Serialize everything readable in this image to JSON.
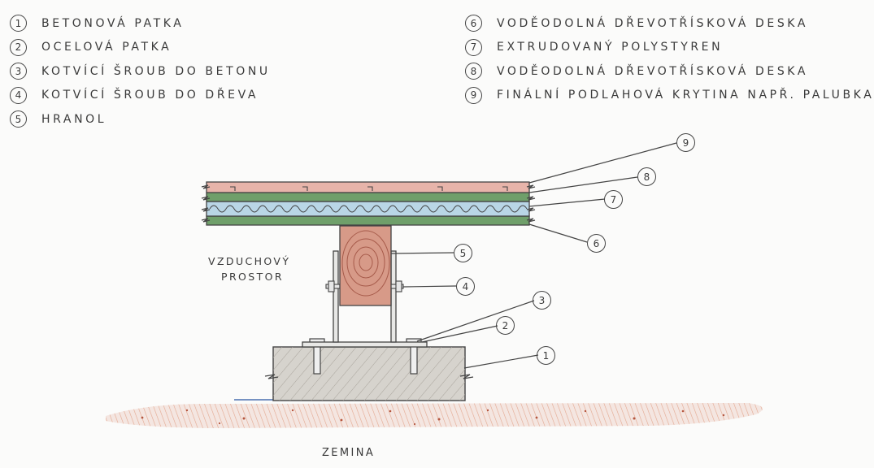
{
  "legend": {
    "left": [
      {
        "num": "1",
        "text": "BETONOVÁ PATKA"
      },
      {
        "num": "2",
        "text": "OCELOVÁ PATKA"
      },
      {
        "num": "3",
        "text": "KOTVÍCÍ ŠROUB DO BETONU"
      },
      {
        "num": "4",
        "text": "KOTVÍCÍ ŠROUB DO DŘEVA"
      },
      {
        "num": "5",
        "text": "HRANOL"
      }
    ],
    "right": [
      {
        "num": "6",
        "text": "VODĚODOLNÁ DŘEVOTŘÍSKOVÁ DESKA"
      },
      {
        "num": "7",
        "text": "EXTRUDOVANÝ POLYSTYREN"
      },
      {
        "num": "8",
        "text": "VODĚODOLNÁ DŘEVOTŘÍSKOVÁ DESKA"
      },
      {
        "num": "9",
        "text": "FINÁLNÍ PODLAHOVÁ KRYTINA NAPŘ. PALUBKA"
      }
    ]
  },
  "labels": {
    "air_space_line1": "VZDUCHOVÝ",
    "air_space_line2": "PROSTOR",
    "ground": "ZEMINA"
  },
  "callouts": {
    "c1": "1",
    "c2": "2",
    "c3": "3",
    "c4": "4",
    "c5": "5",
    "c6": "6",
    "c7": "7",
    "c8": "8",
    "c9": "9"
  },
  "colors": {
    "concrete": "#d6d3cd",
    "steel": "#e8e8e6",
    "timber": "#d79a88",
    "board": "#6f9f6a",
    "polystyrene": "#b9d6e6",
    "decking": "#e7b4aa",
    "soil": "#d98a6e"
  }
}
